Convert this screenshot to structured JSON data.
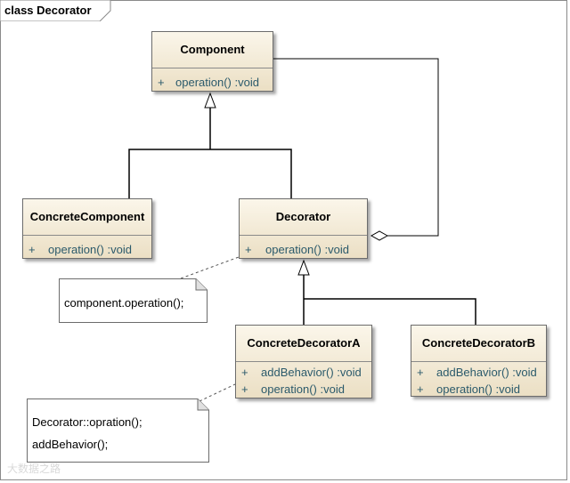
{
  "frame": {
    "label": "class Decorator"
  },
  "classes": {
    "component": {
      "name": "Component",
      "members": [
        {
          "visibility": "+",
          "signature": "operation()  :void"
        }
      ]
    },
    "concrete_component": {
      "name": "ConcreteComponent",
      "members": [
        {
          "visibility": "+",
          "signature": "operation()  :void"
        }
      ]
    },
    "decorator": {
      "name": "Decorator",
      "members": [
        {
          "visibility": "+",
          "signature": "operation()  :void"
        }
      ]
    },
    "concrete_decorator_a": {
      "name": "ConcreteDecoratorA",
      "members": [
        {
          "visibility": "+",
          "signature": "addBehavior()  :void"
        },
        {
          "visibility": "+",
          "signature": "operation()  :void"
        }
      ]
    },
    "concrete_decorator_b": {
      "name": "ConcreteDecoratorB",
      "members": [
        {
          "visibility": "+",
          "signature": "addBehavior()  :void"
        },
        {
          "visibility": "+",
          "signature": "operation()  :void"
        }
      ]
    }
  },
  "notes": {
    "decorator_note": {
      "lines": [
        "component.operation();"
      ]
    },
    "concrete_a_note": {
      "lines": [
        "Decorator::opration();",
        "addBehavior();"
      ]
    }
  },
  "watermark": {
    "text": "大数据之路"
  },
  "colors": {
    "class_fill_top": "#fbf6ea",
    "class_fill_bottom": "#ebdfc4",
    "member_text": "#2b5a6b",
    "line": "#000000",
    "note_fill": "#ffffff"
  }
}
